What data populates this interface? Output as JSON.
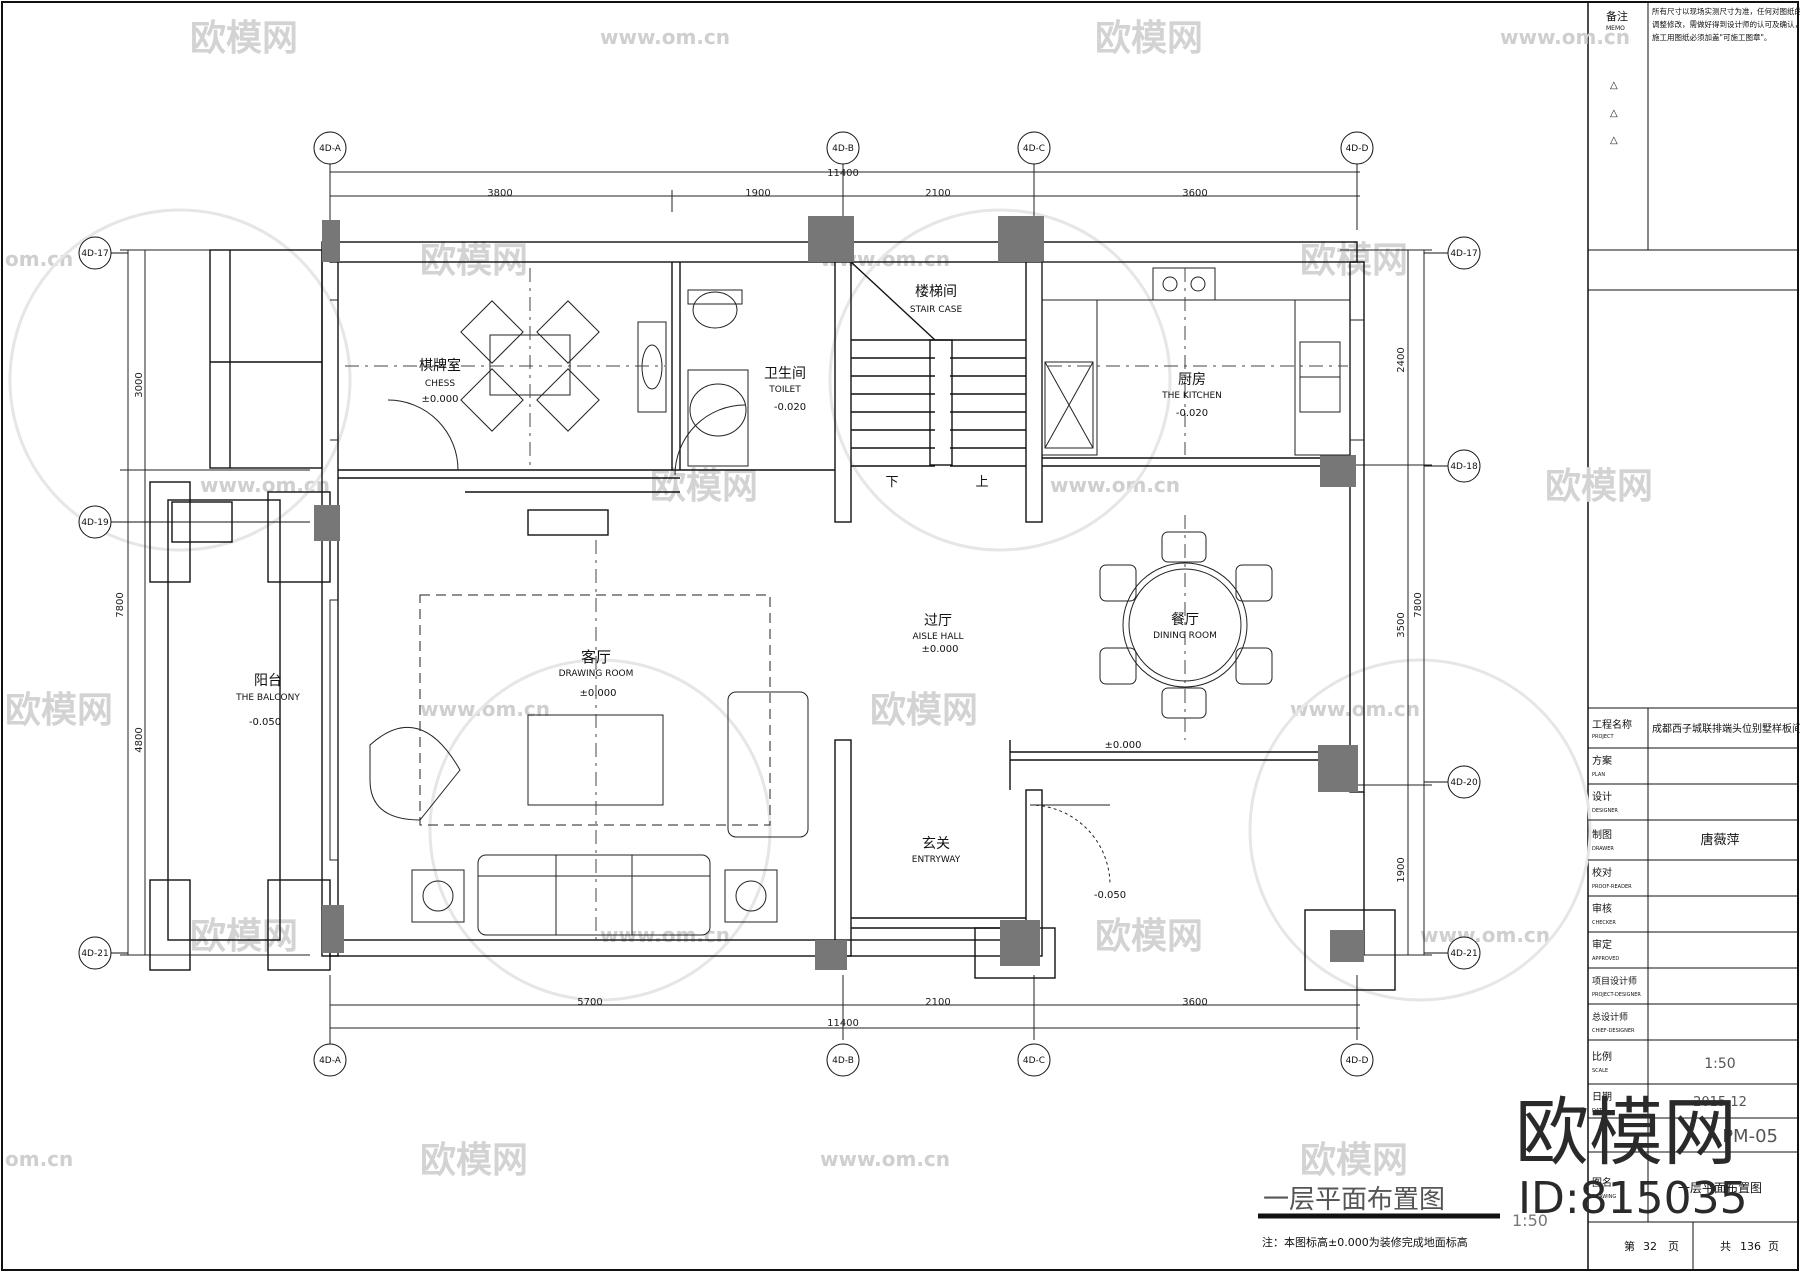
{
  "memo": {
    "label": "备注",
    "label_en": "MEMO",
    "notes": [
      "所有尺寸以现场实测尺寸为准，任何对图纸的",
      "调整修改，需做好得到设计师的认可及确认，",
      "施工用图纸必须加盖\"可施工图章\"。"
    ],
    "revisions": [
      "△",
      "△",
      "△"
    ]
  },
  "axes": {
    "top": [
      "4D-A",
      "4D-B",
      "4D-C",
      "4D-D"
    ],
    "bottom": [
      "4D-A",
      "4D-B",
      "4D-C",
      "4D-D"
    ],
    "left": [
      "4D-17",
      "4D-19",
      "4D-21"
    ],
    "right": [
      "4D-17",
      "4D-18",
      "4D-20",
      "4D-21"
    ]
  },
  "dimensions": {
    "top_segments": [
      "3800",
      "1900",
      "2100",
      "3600"
    ],
    "top_total": "11400",
    "bottom_segments": [
      "5700",
      "2100",
      "3600"
    ],
    "bottom_total": "11400",
    "left_outer": "7800",
    "left_segments": [
      "3000",
      "4800"
    ],
    "right_outer": "7800",
    "right_segments": [
      "2400",
      "3500",
      "1900"
    ]
  },
  "rooms": {
    "chess": {
      "cn": "棋牌室",
      "en": "CHESS",
      "level": "±0.000"
    },
    "toilet": {
      "cn": "卫生间",
      "en": "TOILET",
      "level": "-0.020"
    },
    "stair": {
      "cn": "楼梯间",
      "en": "STAIR CASE",
      "down": "下",
      "up": "上"
    },
    "kitchen": {
      "cn": "厨房",
      "en": "THE KITCHEN",
      "level": "-0.020"
    },
    "aisle": {
      "cn": "过厅",
      "en": "AISLE HALL",
      "level": "±0.000"
    },
    "dining": {
      "cn": "餐厅",
      "en": "DINING ROOM",
      "level": "±0.000"
    },
    "drawing": {
      "cn": "客厅",
      "en": "DRAWING ROOM",
      "level": "±0.000"
    },
    "balcony": {
      "cn": "阳台",
      "en": "THE BALCONY",
      "level": "-0.050"
    },
    "entry": {
      "cn": "玄关",
      "en": "ENTRYWAY",
      "level": "-0.050"
    }
  },
  "drawing_title": {
    "title": "一层平面布置图",
    "scale": "1:50",
    "note": "注：本图标高±0.000为装修完成地面标高"
  },
  "title_block": {
    "project_label": "工程名称",
    "project_label_en": "PROJECT",
    "project_value": "成都西子城联排端头位别墅样板间",
    "plan_label": "方案",
    "plan_label_en": "PLAN",
    "designer_label": "设计",
    "designer_label_en": "DESIGNER",
    "drawer_label": "制图",
    "drawer_label_en": "DRAWER",
    "drawer_value": "唐薇萍",
    "proof_label": "校对",
    "proof_label_en": "PROOF-READER",
    "checker_label": "审核",
    "checker_label_en": "CHECKER",
    "approved_label": "审定",
    "approved_label_en": "APPROVED",
    "project_designer_label": "项目设计师",
    "project_designer_label_en": "PROJECT-DESIGNER",
    "chief_designer_label": "总设计师",
    "chief_designer_label_en": "CHIEF-DESIGNER",
    "scale_label": "比例",
    "scale_label_en": "SCALE",
    "scale_value": "1:50",
    "date_label": "日期",
    "date_label_en": "DATE",
    "date_value": "2015.12",
    "drawing_no_value": "PM-05",
    "drawing_name_label": "图名",
    "drawing_name_label_en": "DRAWING",
    "drawing_name_value": "一层平面布置图",
    "page_label": "第",
    "page_value": "32",
    "page_unit": "页",
    "total_label": "共",
    "total_value": "136",
    "total_unit": "页"
  },
  "watermark": {
    "brand": "欧模网",
    "url": "www.om.cn",
    "url_short": "om.cn",
    "id_text": "ID:815035"
  },
  "colors": {
    "line": "#1a1a1a",
    "wall_fill": "#777777",
    "watermark": "#d3d3d3"
  }
}
